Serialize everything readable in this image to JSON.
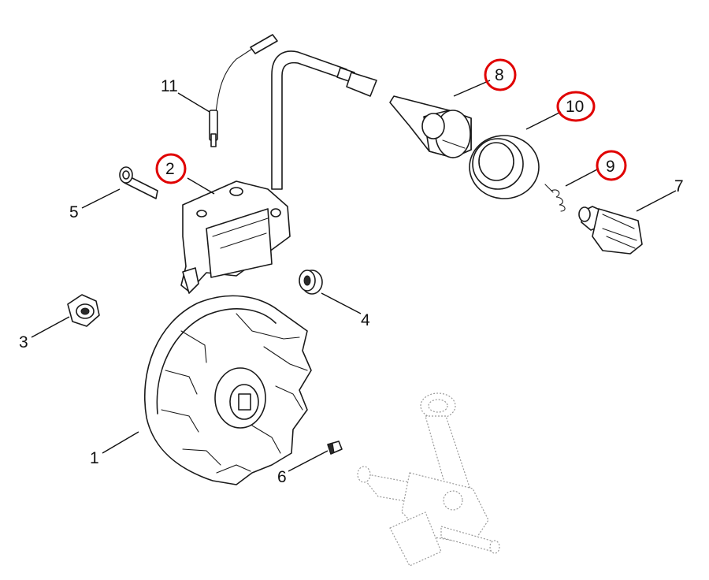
{
  "callouts": [
    {
      "id": "1",
      "text": "1",
      "highlighted": false
    },
    {
      "id": "2",
      "text": "2",
      "highlighted": true
    },
    {
      "id": "3",
      "text": "3",
      "highlighted": false
    },
    {
      "id": "4",
      "text": "4",
      "highlighted": false
    },
    {
      "id": "5",
      "text": "5",
      "highlighted": false
    },
    {
      "id": "6",
      "text": "6",
      "highlighted": false
    },
    {
      "id": "7",
      "text": "7",
      "highlighted": false
    },
    {
      "id": "8",
      "text": "8",
      "highlighted": true
    },
    {
      "id": "9",
      "text": "9",
      "highlighted": true
    },
    {
      "id": "10",
      "text": "10",
      "highlighted": true
    },
    {
      "id": "11",
      "text": "11",
      "highlighted": false
    }
  ],
  "colors": {
    "highlight": "#e00000",
    "line": "#1a1a1a",
    "ghost": "#9a9a9a"
  }
}
